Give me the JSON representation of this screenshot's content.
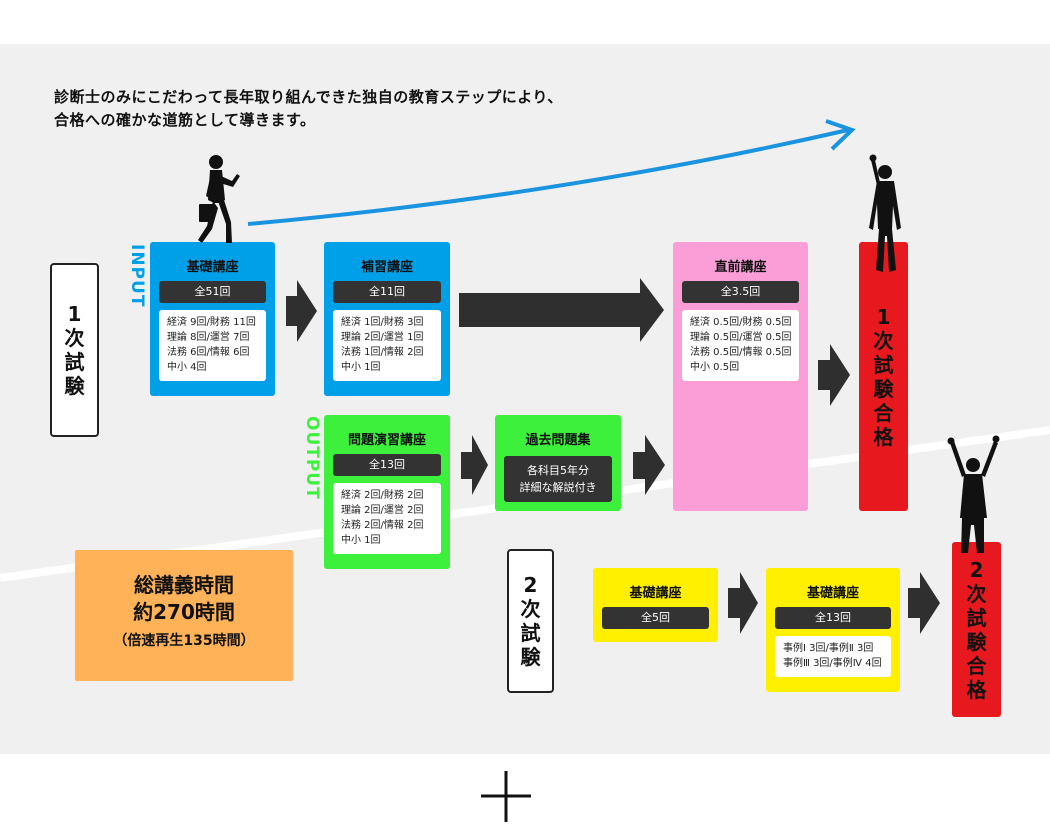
{
  "intro": {
    "line1": "診断士のみにこだわって長年取り組んできた独自の教育ステップにより、",
    "line2": "合格への確かな道筋として導きます。"
  },
  "stage1": {
    "chars": [
      "1",
      "次",
      "試",
      "験"
    ]
  },
  "stage2": {
    "chars": [
      "2",
      "次",
      "試",
      "験"
    ]
  },
  "input_label": "INPUT",
  "output_label": "OUTPUT",
  "courses": {
    "kiso": {
      "title": "基礎講座",
      "count": "全51回",
      "details": [
        "経済 9回/財務 11回",
        "理論 8回/運営 7回",
        "法務 6回/情報 6回",
        "中小 4回"
      ]
    },
    "hoshu": {
      "title": "補習講座",
      "count": "全11回",
      "details": [
        "経済 1回/財務 3回",
        "理論 2回/運営 1回",
        "法務 1回/情報 2回",
        "中小 1回"
      ]
    },
    "enshu": {
      "title": "問題演習講座",
      "count": "全13回",
      "details": [
        "経済 2回/財務 2回",
        "理論 2回/運営 2回",
        "法務 2回/情報 2回",
        "中小 1回"
      ]
    },
    "kako": {
      "title": "過去問題集",
      "note": [
        "各科目5年分",
        "詳細な解説付き"
      ]
    },
    "chokuzen": {
      "title": "直前講座",
      "count": "全3.5回",
      "details": [
        "経済 0.5回/財務 0.5回",
        "理論 0.5回/運営 0.5回",
        "法務 0.5回/情報 0.5回",
        "中小 0.5回"
      ]
    },
    "kiso2a": {
      "title": "基礎講座",
      "count": "全5回"
    },
    "kiso2b": {
      "title": "基礎講座",
      "count": "全13回",
      "details": [
        "事例Ⅰ 3回/事例Ⅱ 3回",
        "事例Ⅲ 3回/事例Ⅳ 4回"
      ]
    }
  },
  "pass1": {
    "chars": [
      "1",
      "次",
      "試",
      "験",
      "合",
      "格"
    ]
  },
  "pass2": {
    "chars": [
      "2",
      "次",
      "試",
      "験",
      "合",
      "格"
    ]
  },
  "total": {
    "line1": "総講義時間",
    "line2": "約270時間",
    "line3": "（倍速再生135時間）"
  },
  "colors": {
    "input_blue": "#00a0e9",
    "output_green": "#3cf03c",
    "pink": "#fb9ed8",
    "yellow": "#fff000",
    "red": "#e8191e",
    "orange": "#ffb257",
    "arrow": "#2f2f2f",
    "curve": "#1a93e0"
  },
  "icons": [
    "businessman-walking-icon",
    "businessman-cheering-icon",
    "plus-icon"
  ]
}
